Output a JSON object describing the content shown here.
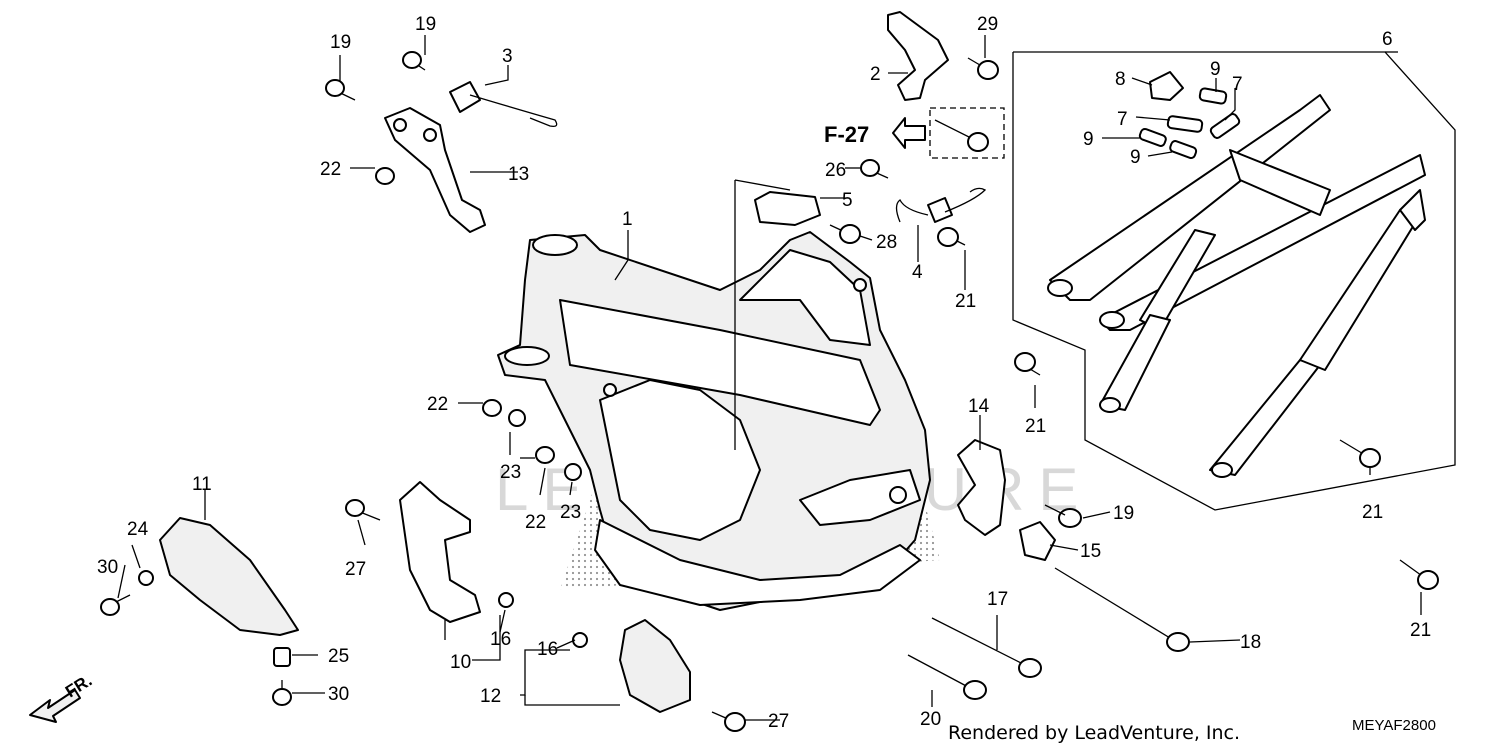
{
  "callouts": [
    {
      "id": "c1",
      "text": "1"
    },
    {
      "id": "c2",
      "text": "2"
    },
    {
      "id": "c3",
      "text": "3"
    },
    {
      "id": "c4",
      "text": "4"
    },
    {
      "id": "c5",
      "text": "5"
    },
    {
      "id": "c6",
      "text": "6"
    },
    {
      "id": "c7a",
      "text": "7"
    },
    {
      "id": "c7b",
      "text": "7"
    },
    {
      "id": "c8",
      "text": "8"
    },
    {
      "id": "c9a",
      "text": "9"
    },
    {
      "id": "c9b",
      "text": "9"
    },
    {
      "id": "c9c",
      "text": "9"
    },
    {
      "id": "c10",
      "text": "10"
    },
    {
      "id": "c11",
      "text": "11"
    },
    {
      "id": "c12",
      "text": "12"
    },
    {
      "id": "c13",
      "text": "13"
    },
    {
      "id": "c14",
      "text": "14"
    },
    {
      "id": "c15",
      "text": "15"
    },
    {
      "id": "c16a",
      "text": "16"
    },
    {
      "id": "c16b",
      "text": "16"
    },
    {
      "id": "c17",
      "text": "17"
    },
    {
      "id": "c18",
      "text": "18"
    },
    {
      "id": "c19a",
      "text": "19"
    },
    {
      "id": "c19b",
      "text": "19"
    },
    {
      "id": "c19c",
      "text": "19"
    },
    {
      "id": "c20",
      "text": "20"
    },
    {
      "id": "c21a",
      "text": "21"
    },
    {
      "id": "c21b",
      "text": "21"
    },
    {
      "id": "c21c",
      "text": "21"
    },
    {
      "id": "c21d",
      "text": "21"
    },
    {
      "id": "c22a",
      "text": "22"
    },
    {
      "id": "c22b",
      "text": "22"
    },
    {
      "id": "c22c",
      "text": "22"
    },
    {
      "id": "c23a",
      "text": "23"
    },
    {
      "id": "c23b",
      "text": "23"
    },
    {
      "id": "c24",
      "text": "24"
    },
    {
      "id": "c25",
      "text": "25"
    },
    {
      "id": "c26",
      "text": "26"
    },
    {
      "id": "c27a",
      "text": "27"
    },
    {
      "id": "c27b",
      "text": "27"
    },
    {
      "id": "c28",
      "text": "28"
    },
    {
      "id": "c29",
      "text": "29"
    },
    {
      "id": "c30a",
      "text": "30"
    },
    {
      "id": "c30b",
      "text": "30"
    }
  ],
  "reference": {
    "text": "F-27"
  },
  "direction": {
    "text": "FR."
  },
  "watermark": {
    "text": "LEADVENTURE"
  },
  "footer": {
    "credit": "Rendered by LeadVenture, Inc.",
    "diagram_code": "MEYAF2800"
  }
}
